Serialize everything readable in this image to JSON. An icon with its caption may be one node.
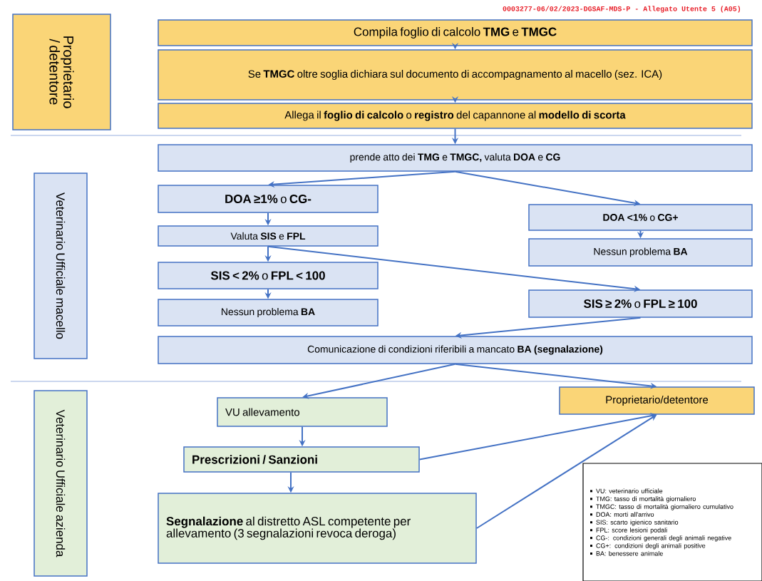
{
  "diagram": {
    "nodes": [
      {
        "text": [
          "Proprietario / detentore"
        ]
      },
      {
        "text": [
          "Compila foglio di calcolo **TMG** e **TMGC**"
        ]
      },
      {
        "text": [
          "Se **TMGC** oltre soglia dichiara sul documento di accompagnamento al macello (sez. ICA)"
        ]
      },
      {
        "text": [
          "Allega il **foglio di calcolo** o **registro** del capannone al **modello di scorta**"
        ]
      },
      {
        "text": [
          "Veterinario Ufficiale macello"
        ]
      },
      {
        "text": [
          "prende atto dei **TMG** e **TMGC,** valuta **DOA** e **CG**"
        ]
      },
      {
        "text": [
          "**DOA ≥1%** o **CG-**"
        ]
      },
      {
        "text": [
          "Valuta **SIS** e **FPL**"
        ]
      },
      {
        "text": [
          "**SIS < 2%** o **FPL < 100**"
        ]
      },
      {
        "text": [
          "Nessun problema **BA**"
        ]
      },
      {
        "text": [
          "**DOA <1%** o **CG+**"
        ]
      },
      {
        "text": [
          "Nessun problema **BA**"
        ]
      },
      {
        "text": [
          "**SIS ≥ 2%** o **FPL ≥ 100**"
        ]
      },
      {
        "text": [
          "Comunicazione di condizioni riferibili a mancato **BA (segnalazione)**"
        ]
      },
      {
        "text": [
          "Veterinario Ufficiale azienda"
        ]
      },
      {
        "text": [
          "VU allevamento"
        ]
      },
      {
        "text": [
          "Prescrizioni / Sanzioni"
        ]
      },
      {
        "text": [
          "**Segnalazione** al distretto ASL competente per allevamento (3 segnalazioni revoca deroga)"
        ]
      },
      {
        "text": [
          "Proprietario/detentore"
        ]
      },
      {
        "text": [
          "VU: veterinario ufficiale",
          "TMG: tasso di mortalità giornaliero",
          "TMGC: tasso di mortalità giornaliero cumulativo",
          "DOA: morti all'arrivo",
          "SIS: scarto igienico sanitario",
          "FPL: score lesioni podali",
          "CG-: condizioni generali degli animali negative",
          "CG+: condizioni degli animali positive",
          "BA: benessere animale"
        ]
      }
    ],
    "edges": [
      {
        "from": 1,
        "to": 2,
        "arrow": "to"
      },
      {
        "from": 2,
        "to": 3,
        "arrow": "to"
      },
      {
        "from": 3,
        "to": 5,
        "arrow": "to"
      },
      {
        "from": 5,
        "to": 6,
        "arrow": "to"
      },
      {
        "from": 5,
        "to": 10,
        "arrow": "to"
      },
      {
        "from": 6,
        "to": 7,
        "arrow": "to"
      },
      {
        "from": 7,
        "to": 8,
        "arrow": "to"
      },
      {
        "from": 7,
        "to": 12,
        "arrow": "to"
      },
      {
        "from": 8,
        "to": 9,
        "arrow": "to"
      },
      {
        "from": 10,
        "to": 11,
        "arrow": "to"
      },
      {
        "from": 12,
        "to": 13,
        "arrow": "to"
      },
      {
        "from": 13,
        "to": 15,
        "arrow": "to"
      },
      {
        "from": 13,
        "to": 18,
        "arrow": "to"
      },
      {
        "from": 15,
        "to": 16,
        "arrow": "to"
      },
      {
        "from": 16,
        "to": 17,
        "arrow": "to"
      },
      {
        "from": 16,
        "to": 18,
        "arrow": "to"
      },
      {
        "from": 17,
        "to": 18,
        "arrow": "to"
      }
    ],
    "labels": [
      "0003277-06/02/2023-DGSAF-MDS-P - Allegato Utente 5 (A05)"
    ]
  }
}
